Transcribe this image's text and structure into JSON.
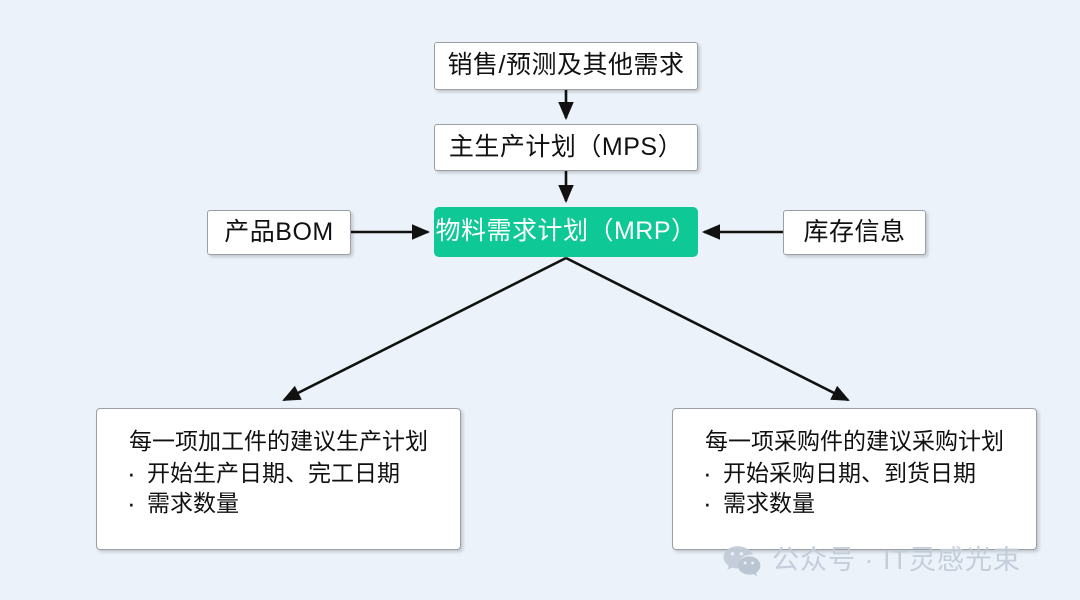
{
  "canvas": {
    "background_color": "#ebf2f9",
    "accent_color": "#0ec896",
    "box_border_color": "#9aa0a6",
    "text_color": "#111111"
  },
  "nodes": {
    "demand": {
      "label": "销售/预测及其他需求"
    },
    "mps": {
      "label": "主生产计划（MPS）"
    },
    "mrp": {
      "label": "物料需求计划（MRP）"
    },
    "bom": {
      "label": "产品BOM"
    },
    "inventory": {
      "label": "库存信息"
    }
  },
  "panels": {
    "production": {
      "heading": "每一项加工件的建议生产计划",
      "items": [
        "开始生产日期、完工日期",
        "需求数量"
      ]
    },
    "purchase": {
      "heading": "每一项采购件的建议采购计划",
      "items": [
        "开始采购日期、到货日期",
        "需求数量"
      ]
    }
  },
  "watermark": {
    "icon": "wechat-icon",
    "text": "公众号 · IT灵感光束",
    "color": "#c2ccd8"
  }
}
